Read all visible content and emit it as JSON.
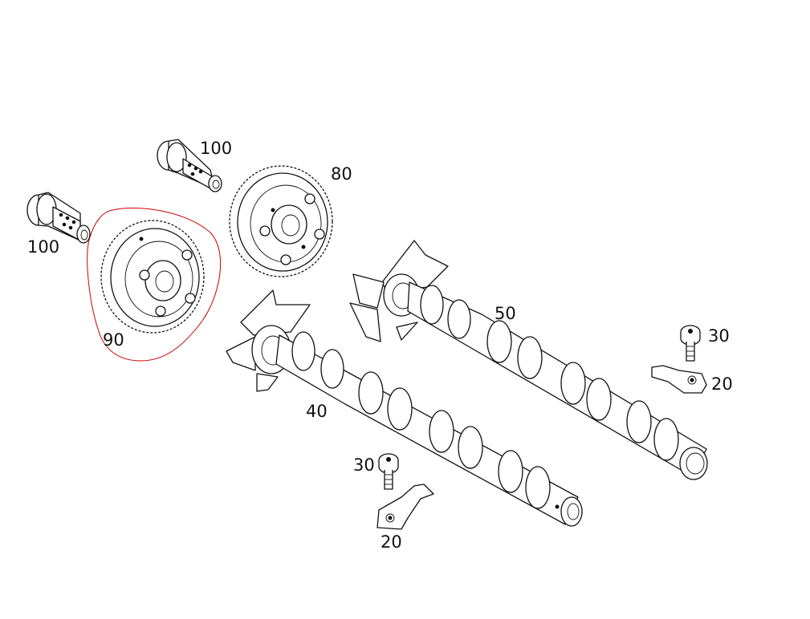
{
  "labels": {
    "solenoid_left": "100",
    "solenoid_top": "100",
    "adjuster_exhaust": "80",
    "adjuster_intake": "90",
    "camshaft_exhaust": "50",
    "camshaft_intake": "40",
    "bolt_right": "30",
    "bolt_center": "30",
    "bracket_right": "20",
    "bracket_center": "20"
  },
  "colors": {
    "line": "#111111",
    "highlight": "#cc0000",
    "background": "#ffffff"
  },
  "highlighted_part": "90"
}
